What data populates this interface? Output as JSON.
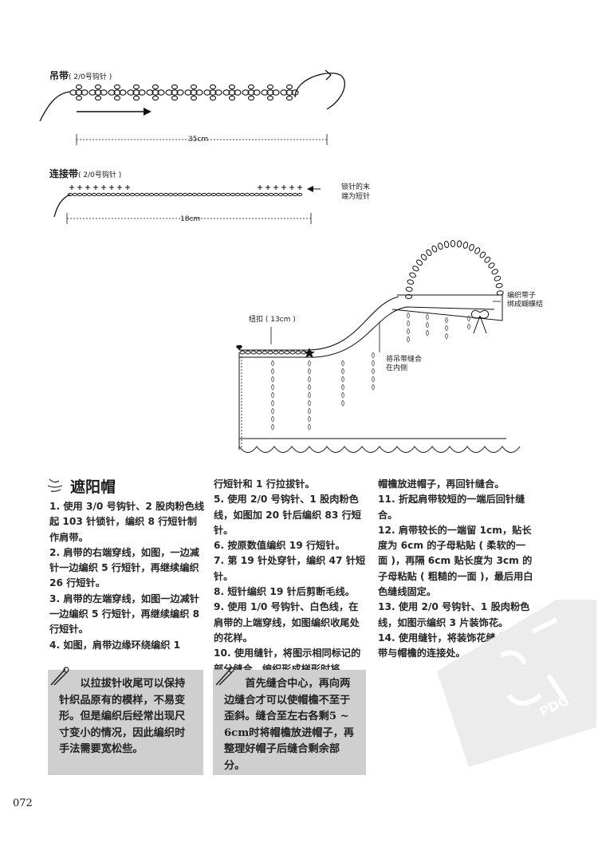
{
  "diagram_strap": {
    "label": "吊带",
    "sublabel": "( 2/0号钩针 )",
    "length": "35cm"
  },
  "diagram_connect": {
    "label": "连接带",
    "sublabel": "( 2/0号钩针 )",
    "length": "18cm",
    "note_line1": "锁针的末",
    "note_line2": "端为短针"
  },
  "diagram_hat": {
    "button_label": "纽扣 ( 13cm )",
    "tie_line1": "编织带子",
    "tie_line2": "绑成蝴蝶结",
    "sew_line1": "将吊带缝合",
    "sew_line2": "在内侧"
  },
  "section_title": "遮阳帽",
  "col1": [
    {
      "n": "1.",
      "t": " 使用 3/0 号钩针、2 股肉粉色线起 103 针锁针，编织 8 行短针制作肩带。"
    },
    {
      "n": "2.",
      "t": " 肩带的右端穿线，如图，一边减针一边编织 5 行短针，再继续编织 26 行短针。"
    },
    {
      "n": "3.",
      "t": " 肩带的左端穿线，如图一边减针一边编织 5 行短针，再继续编织 8 行短针。"
    },
    {
      "n": "4.",
      "t": " 如图，肩带边缘环绕编织 1"
    }
  ],
  "col2": [
    {
      "n": "",
      "t": "行短针和 1 行拉拔针。"
    },
    {
      "n": "5.",
      "t": " 使用 2/0 号钩针、1 股肉粉色线，如图加 20 针后编织 83 行短针。"
    },
    {
      "n": "6.",
      "t": " 按原数值编织 19 行短针。"
    },
    {
      "n": "7.",
      "t": " 第 19 针处穿针，编织 47 针短针。"
    },
    {
      "n": "8.",
      "t": " 短针编织 19 针后剪断毛线。"
    },
    {
      "n": "9.",
      "t": " 使用 1/0 号钩针、白色线，在肩带的上端穿线，如图编织收尾处的花样。"
    },
    {
      "n": "10.",
      "t": " 使用缝针，将图示相同标记的部分缝合。编织形成梯形时将"
    }
  ],
  "col3": [
    {
      "n": "",
      "t": "帽檐放进帽子，再回针缝合。"
    },
    {
      "n": "11.",
      "t": " 折起肩带较短的一端后回针缝合。"
    },
    {
      "n": "12.",
      "t": " 肩带较长的一端留 1cm，贴长度为 6cm 的子母粘贴 ( 柔软的一面 )，再隔 6cm 贴长度为 3cm 的子母粘贴 ( 粗糙的一面 )，最后用白色缝线固定。"
    },
    {
      "n": "13.",
      "t": " 使用 2/0 号钩针、1 股肉粉色线，如图示编织 3 片装饰花。"
    },
    {
      "n": "14.",
      "t": " 使用缝针，将装饰花缝合于发带与帽檐的连接处。"
    }
  ],
  "tip1": "以拉拔针收尾可以保持针织品原有的模样，不易变形。但是编织后经常出现尺寸变小的情况，因此编织时手法需要宽松些。",
  "tip2": "首先缝合中心，再向两边缝合才可以使帽檐不至于歪斜。缝合至左右各剩5 ~ 6cm时将帽檐放进帽子，再整理好帽子后缝合剩余部分。",
  "watermark": "PDG",
  "page_number": "072"
}
